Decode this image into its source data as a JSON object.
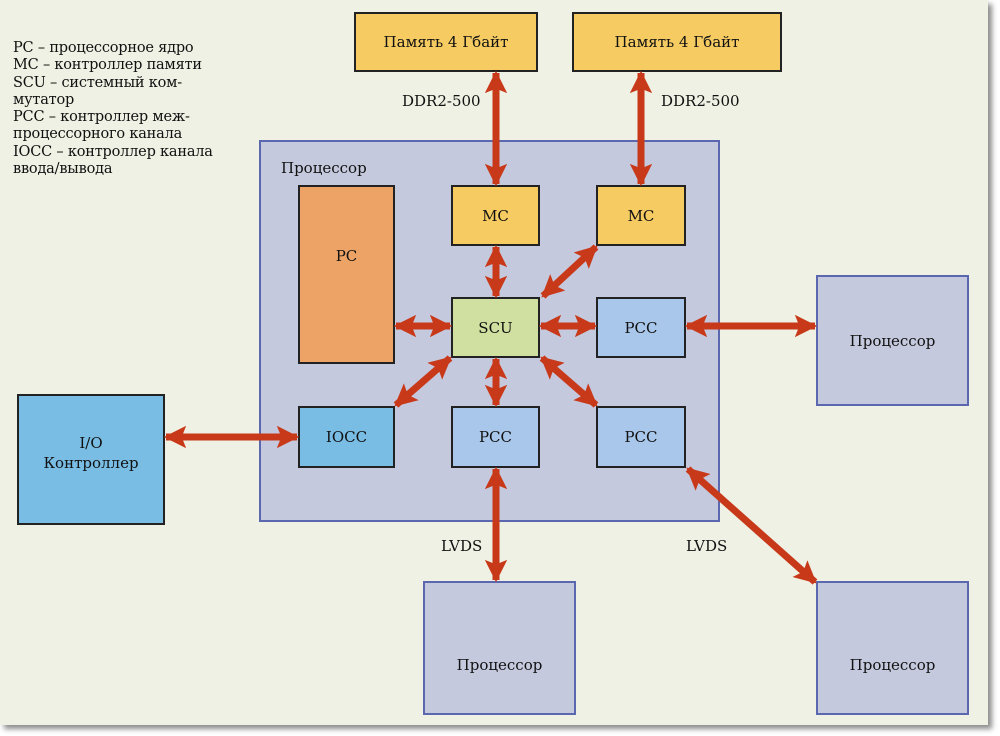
{
  "legend": [
    "PC – процессорное ядро",
    "MC – контроллер памяти",
    "SCU – системный ком-",
    "мутатор",
    "PCC – контроллер меж-",
    "процессорного канала",
    "IOCC – контроллер канала",
    "ввода/вывода"
  ],
  "memory": [
    {
      "label": "Память 4 Гбайт",
      "bus": "DDR2-500"
    },
    {
      "label": "Память 4 Гбайт",
      "bus": "DDR2-500"
    }
  ],
  "main_processor": {
    "title": "Процессор",
    "pc": "PC",
    "mc": [
      "MC",
      "MC"
    ],
    "scu": "SCU",
    "pcc": [
      "PCC",
      "PCC",
      "PCC"
    ],
    "iocc": "IOCC"
  },
  "io_controller": {
    "line1": "I/O",
    "line2": "Контроллер"
  },
  "remote_processors": [
    "Процессор",
    "Процессор",
    "Процессор"
  ],
  "links": {
    "lvds": [
      "LVDS",
      "LVDS"
    ]
  },
  "colors": {
    "arrow": "#c8391a",
    "background": "#eef1e3",
    "processor_fill": "#c5c9dd",
    "processor_border": "#5b68b0",
    "memory": "#f5cb62",
    "pc": "#eea366",
    "scu": "#d0e0a0",
    "pcc": "#a9c7ea",
    "iocc": "#79bde5"
  }
}
